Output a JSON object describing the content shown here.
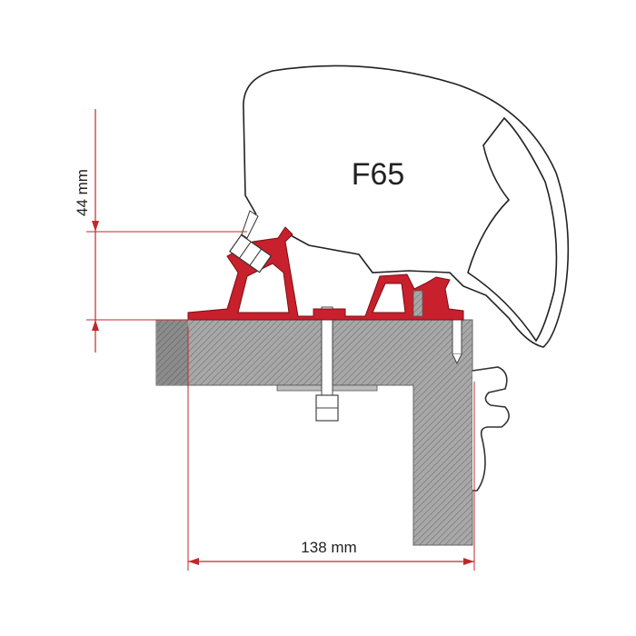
{
  "diagram": {
    "model_label": "F65",
    "height_dimension": "44 mm",
    "width_dimension": "138 mm",
    "colors": {
      "adapter_red": "#c8202c",
      "dimension_red": "#c0282e",
      "wall_gray": "#9a9a9a",
      "outline": "#222222"
    }
  }
}
